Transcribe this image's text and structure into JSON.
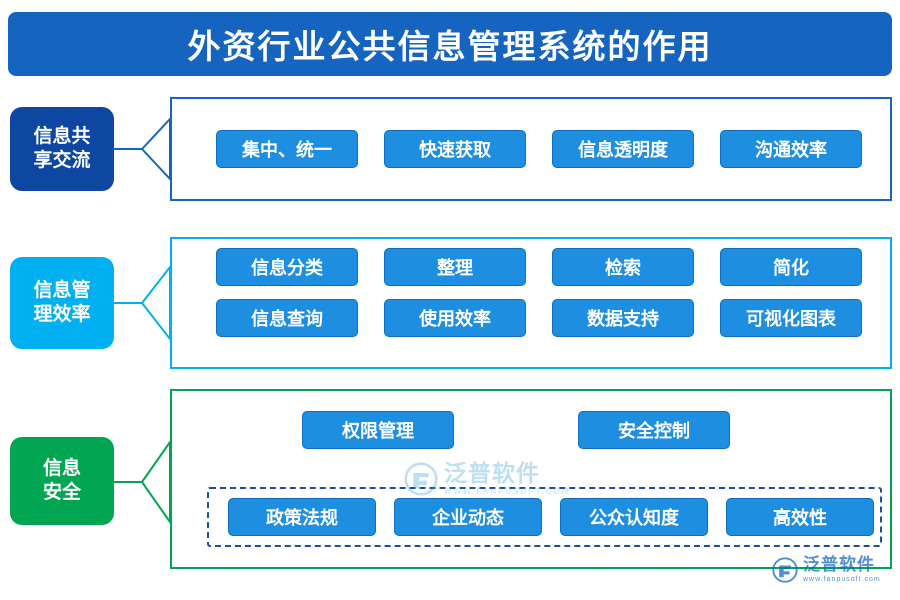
{
  "title": "外资行业公共信息管理系统的作用",
  "colors": {
    "title_bg": "#1565c0",
    "cat1": "#0d47a1",
    "cat2": "#00b0f0",
    "cat3": "#00a651",
    "chip": "#1e8fe0",
    "dashed_border": "#1f4e9c"
  },
  "groups": [
    {
      "category": "信息共\n享交流",
      "category_line1": "信息共",
      "category_line2": "享交流",
      "rows": [
        [
          "集中、统一",
          "快速获取",
          "信息透明度",
          "沟通效率"
        ]
      ]
    },
    {
      "category_line1": "信息管",
      "category_line2": "理效率",
      "rows": [
        [
          "信息分类",
          "整理",
          "检索",
          "简化"
        ],
        [
          "信息查询",
          "使用效率",
          "数据支持",
          "可视化图表"
        ]
      ]
    },
    {
      "category_line1": "信息",
      "category_line2": "安全",
      "top_row": [
        "权限管理",
        "安全控制"
      ],
      "dashed_row": [
        "政策法规",
        "企业动态",
        "公众认知度",
        "高效性"
      ]
    }
  ],
  "watermark": {
    "brand": "泛普软件",
    "domain": "WWW.FANPUSOFT.COM",
    "domain_corner": "www.fanpusoft.com"
  }
}
